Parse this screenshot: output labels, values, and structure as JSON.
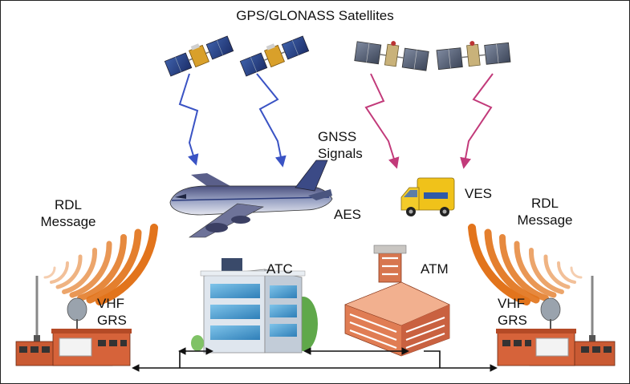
{
  "title": "GPS/GLONASS Satellites",
  "gnss_signals": {
    "line1": "GNSS",
    "line2": "Signals"
  },
  "aircraft": {
    "label": "AES"
  },
  "vehicle": {
    "label": "VES"
  },
  "rdl_left": {
    "line1": "RDL",
    "line2": "Message"
  },
  "rdl_right": {
    "line1": "RDL",
    "line2": "Message"
  },
  "atc": {
    "label": "ATC"
  },
  "atm": {
    "label": "ATM"
  },
  "vhf_left": {
    "line1": "VHF",
    "line2": "GRS"
  },
  "vhf_right": {
    "line1": "VHF",
    "line2": "GRS"
  },
  "colors": {
    "gps_signal": "#3a53c4",
    "glonass_signal": "#c23a7a",
    "rdl_wave": "#e2741c",
    "station": "#c95a33",
    "network_line": "#111111"
  }
}
